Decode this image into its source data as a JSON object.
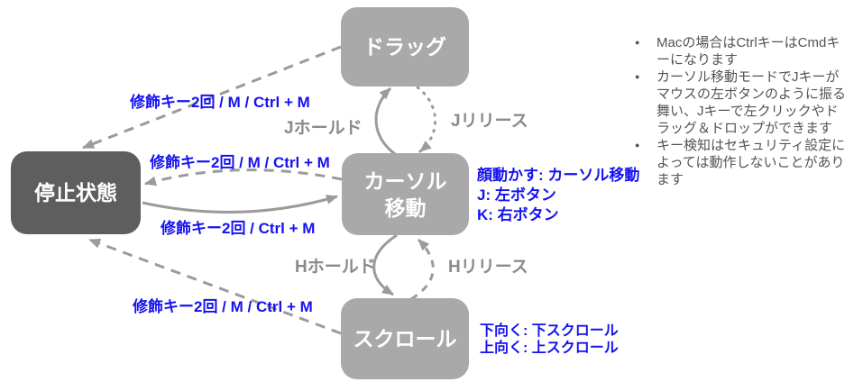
{
  "diagram": {
    "nodes": {
      "drag": {
        "label": "ドラッグ"
      },
      "idle": {
        "label": "停止状態"
      },
      "cursor": {
        "label": "カーソル\n移動"
      },
      "scroll": {
        "label": "スクロール"
      }
    },
    "edges": {
      "drag_to_idle": {
        "label": "修飾キー2回 / M / Ctrl + M",
        "style": "dashed"
      },
      "cursor_to_idle": {
        "label": "修飾キー2回 / M / Ctrl + M",
        "style": "dashed"
      },
      "idle_to_cursor": {
        "label": "修飾キー2回 / Ctrl + M",
        "style": "solid"
      },
      "scroll_to_idle": {
        "label": "修飾キー2回 / M / Ctrl + M",
        "style": "dashed"
      },
      "cursor_to_drag": {
        "label": "Jホールド",
        "style": "solid"
      },
      "drag_to_cursor": {
        "label": "Jリリース",
        "style": "dotted"
      },
      "cursor_to_scroll": {
        "label": "Hホールド",
        "style": "solid"
      },
      "scroll_to_cursor": {
        "label": "Hリリース",
        "style": "dashed"
      }
    },
    "annotations": {
      "cursor_mode": {
        "lines": [
          "顔動かす: カーソル移動",
          "J: 左ボタン",
          "K: 右ボタン"
        ]
      },
      "scroll_mode": {
        "lines": [
          "下向く: 下スクロール",
          "上向く: 上スクロール"
        ]
      }
    }
  },
  "notes": {
    "items": [
      "Macの場合はCtrlキーはCmdキーになります",
      "カーソル移動モードでJキーがマウスの左ボタンのように振る舞い、Jキーで左クリックやドラッグ＆ドロップができます",
      "キー検知はセキュリティ設定によっては動作しないことがあります"
    ]
  },
  "colors": {
    "node_light": "#a9a9a9",
    "node_dark": "#5e5e5e",
    "edge": "#9b9b9b",
    "edge_label": "#8a8a8a",
    "accent_blue": "#1512f0",
    "notes_text": "#545454"
  }
}
